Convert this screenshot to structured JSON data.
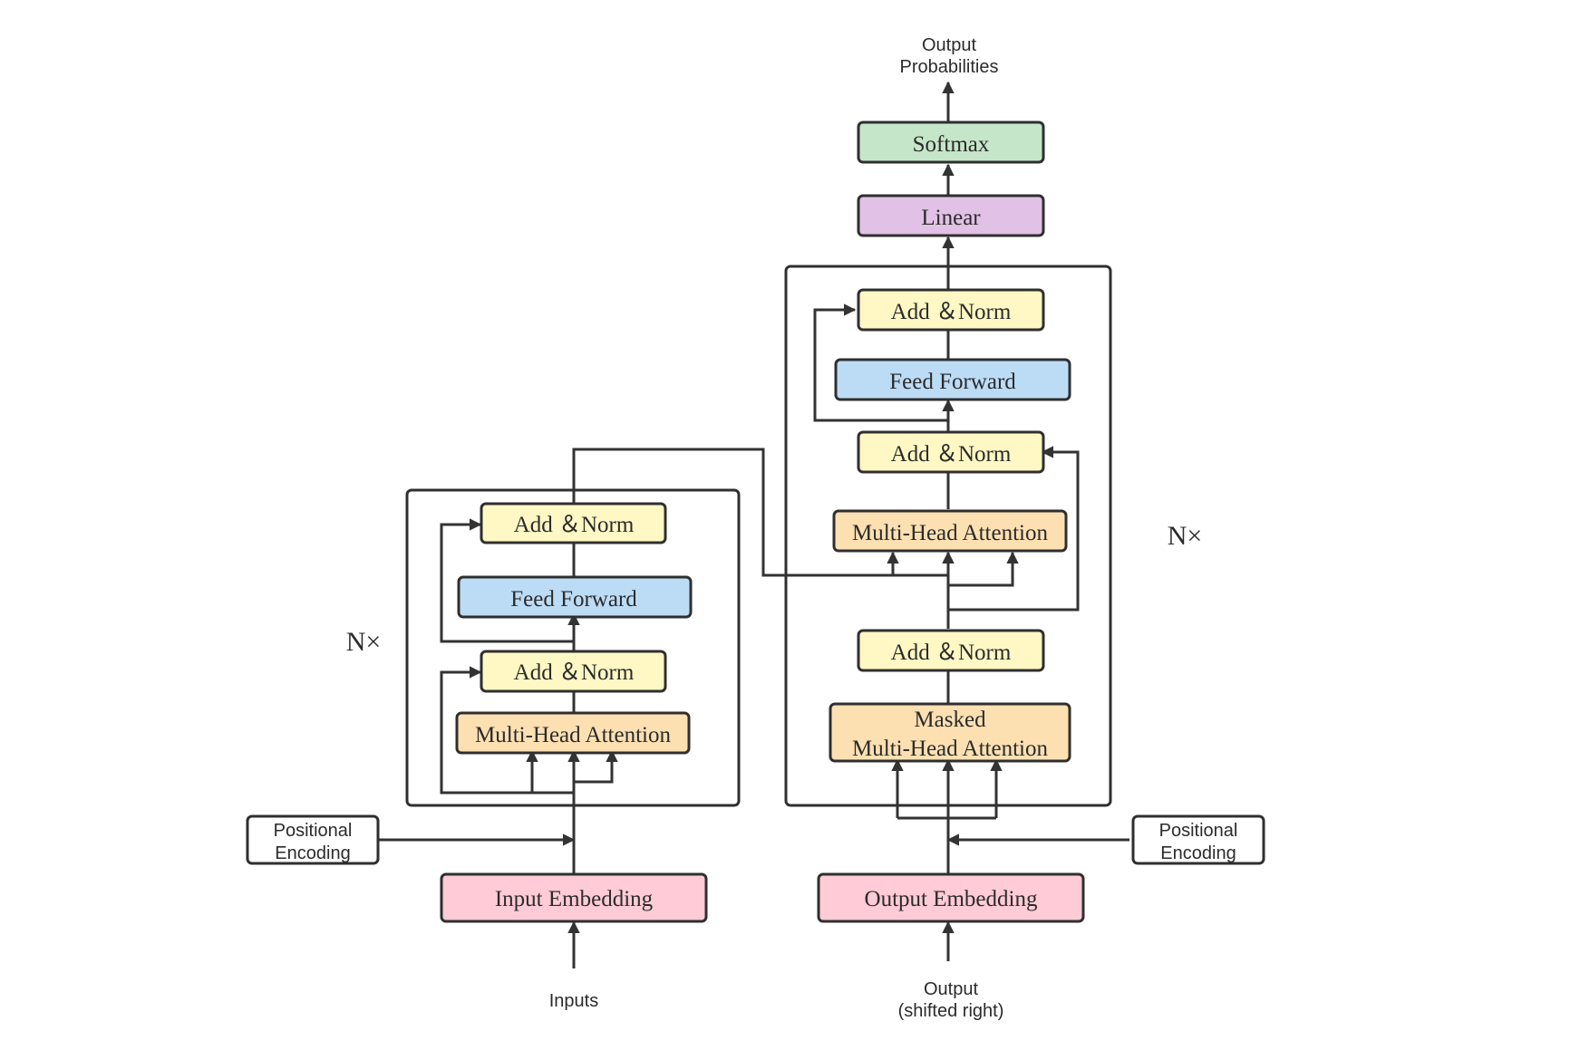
{
  "colors": {
    "add_norm": "#fff8c4",
    "feed_forward": "#bcdcf6",
    "attention": "#fde0b2",
    "embedding": "#fecbd6",
    "linear": "#e2c1e6",
    "softmax": "#c6e6c9",
    "positional": "#ffffff"
  },
  "encoder": {
    "repeat_label": "N×",
    "add_norm_top": "Add ＆Norm",
    "feed_forward": "Feed Forward",
    "add_norm_bottom": "Add ＆Norm",
    "attention": "Multi-Head Attention",
    "positional_encoding": [
      "Positional",
      "Encoding"
    ],
    "embedding": "Input Embedding",
    "input_label": "Inputs"
  },
  "decoder": {
    "repeat_label": "N×",
    "add_norm_top": "Add ＆Norm",
    "feed_forward": "Feed Forward",
    "add_norm_middle": "Add ＆Norm",
    "cross_attention": "Multi-Head Attention",
    "add_norm_bottom": "Add ＆Norm",
    "masked_attention": [
      "Masked",
      "Multi-Head Attention"
    ],
    "positional_encoding": [
      "Positional",
      "Encoding"
    ],
    "embedding": "Output Embedding",
    "input_label": [
      "Output",
      "(shifted right)"
    ]
  },
  "head": {
    "linear": "Linear",
    "softmax": "Softmax",
    "output_label": [
      "Output",
      "Probabilities"
    ]
  }
}
